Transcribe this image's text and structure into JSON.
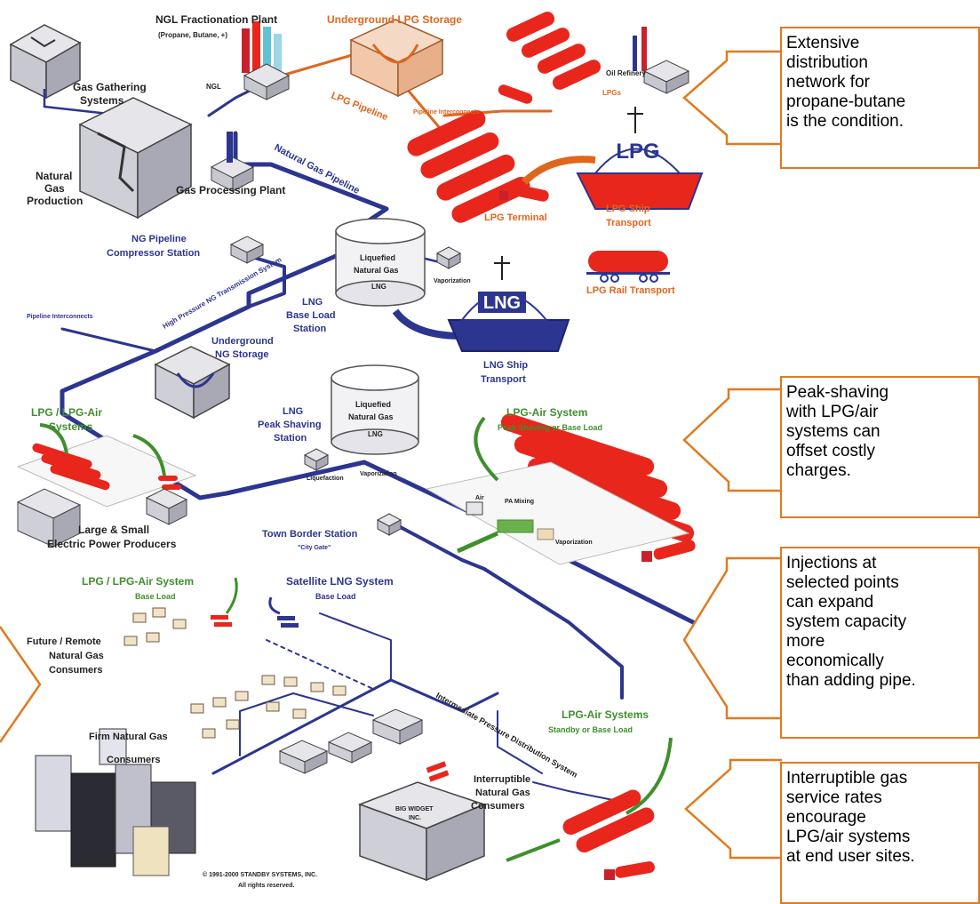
{
  "colors": {
    "pipeline_ng": "#2c3590",
    "pipeline_lpg": "#e0661e",
    "tank_red": "#e8261c",
    "callout_border": "#e07a1f",
    "green_label": "#3f8f2c"
  },
  "diagram": {
    "labels": {
      "ngl_plant": "NGL Fractionation Plant",
      "ngl_plant_sub": "(Propane, Butane, +)",
      "underground_lpg": "Underground LPG Storage",
      "oil_refinery": "Oil Refinery",
      "lpgs": "LPGs",
      "gas_gathering_1": "Gas Gathering",
      "gas_gathering_2": "Systems",
      "ngl": "NGL",
      "lpg_pipeline": "LPG Pipeline",
      "pipeline_interconnects_top": "Pipeline Interconnects",
      "natural_gas_1": "Natural",
      "natural_gas_2": "Gas",
      "natural_gas_3": "Production",
      "gas_processing": "Gas Processing Plant",
      "natural_gas_pipeline": "Natural Gas Pipeline",
      "lpg_ship_1": "LPG Ship",
      "lpg_ship_2": "Transport",
      "lpg_terminal": "LPG Terminal",
      "lpg_rail": "LPG Rail Transport",
      "ng_pipeline_1": "NG Pipeline",
      "ng_pipeline_2": "Compressor Station",
      "liquefied_1": "Liquefied",
      "liquefied_2": "Natural Gas",
      "lng_tank": "LNG",
      "vaporization": "Vaporization",
      "hp_transmission": "High Pressure NG Transmission System",
      "lng_base_1": "LNG",
      "lng_base_2": "Base Load",
      "lng_base_3": "Station",
      "lng_ship_1": "LNG Ship",
      "lng_ship_2": "Transport",
      "pipeline_interconnects_left": "Pipeline Interconnects",
      "underground_ng_1": "Underground",
      "underground_ng_2": "NG Storage",
      "lpg_lpgair_1": "LPG / LPG-Air",
      "lpg_lpgair_2": "Systems",
      "lng_peak_1": "LNG",
      "lng_peak_2": "Peak Shaving",
      "lng_peak_3": "Station",
      "liquefaction": "Liquefaction",
      "vaporization_2": "Vaporization",
      "lpg_air_system_1": "LPG-Air System",
      "lpg_air_system_2": "Peak Shaving or Base Load",
      "air": "Air",
      "pa_mixing": "PA Mixing",
      "vaporization_3": "Vaporization",
      "electric_1": "Large & Small",
      "electric_2": "Electric Power Producers",
      "town_border_1": "Town Border Station",
      "town_border_2": "\"City Gate\"",
      "lpg_base_1": "LPG / LPG-Air System",
      "lpg_base_2": "Base Load",
      "satellite_1": "Satellite LNG System",
      "satellite_2": "Base Load",
      "future_1": "Future / Remote",
      "future_2": "Natural Gas",
      "future_3": "Consumers",
      "ip_distribution": "Intermediate Pressure Distribution System",
      "lpg_air_standby_1": "LPG-Air Systems",
      "lpg_air_standby_2": "Standby or Base Load",
      "firm_1": "Firm Natural Gas",
      "firm_2": "Consumers",
      "interruptible_1": "Interruptible",
      "interruptible_2": "Natural Gas",
      "interruptible_3": "Consumers",
      "big_widget_1": "BIG WIDGET",
      "big_widget_2": "INC.",
      "copyright_1": "© 1991-2000 STANDBY SYSTEMS, INC.",
      "copyright_2": "All rights reserved.",
      "lpg_ship_text": "LPG",
      "lng_ship_text": "LNG"
    }
  },
  "callouts": {
    "c1": [
      "Extensive",
      "distribution",
      "network for",
      "propane-butane",
      "is the condition."
    ],
    "c2": [
      "Peak-shaving",
      "with LPG/air",
      "systems can",
      "offset costly",
      "charges."
    ],
    "c3": [
      "Injections at",
      "selected points",
      "can expand",
      "system capacity",
      "more",
      "economically",
      "than adding pipe."
    ],
    "c4": [
      "Interruptible gas",
      "service rates",
      "encourage",
      "LPG/air systems",
      "at end user sites."
    ]
  }
}
